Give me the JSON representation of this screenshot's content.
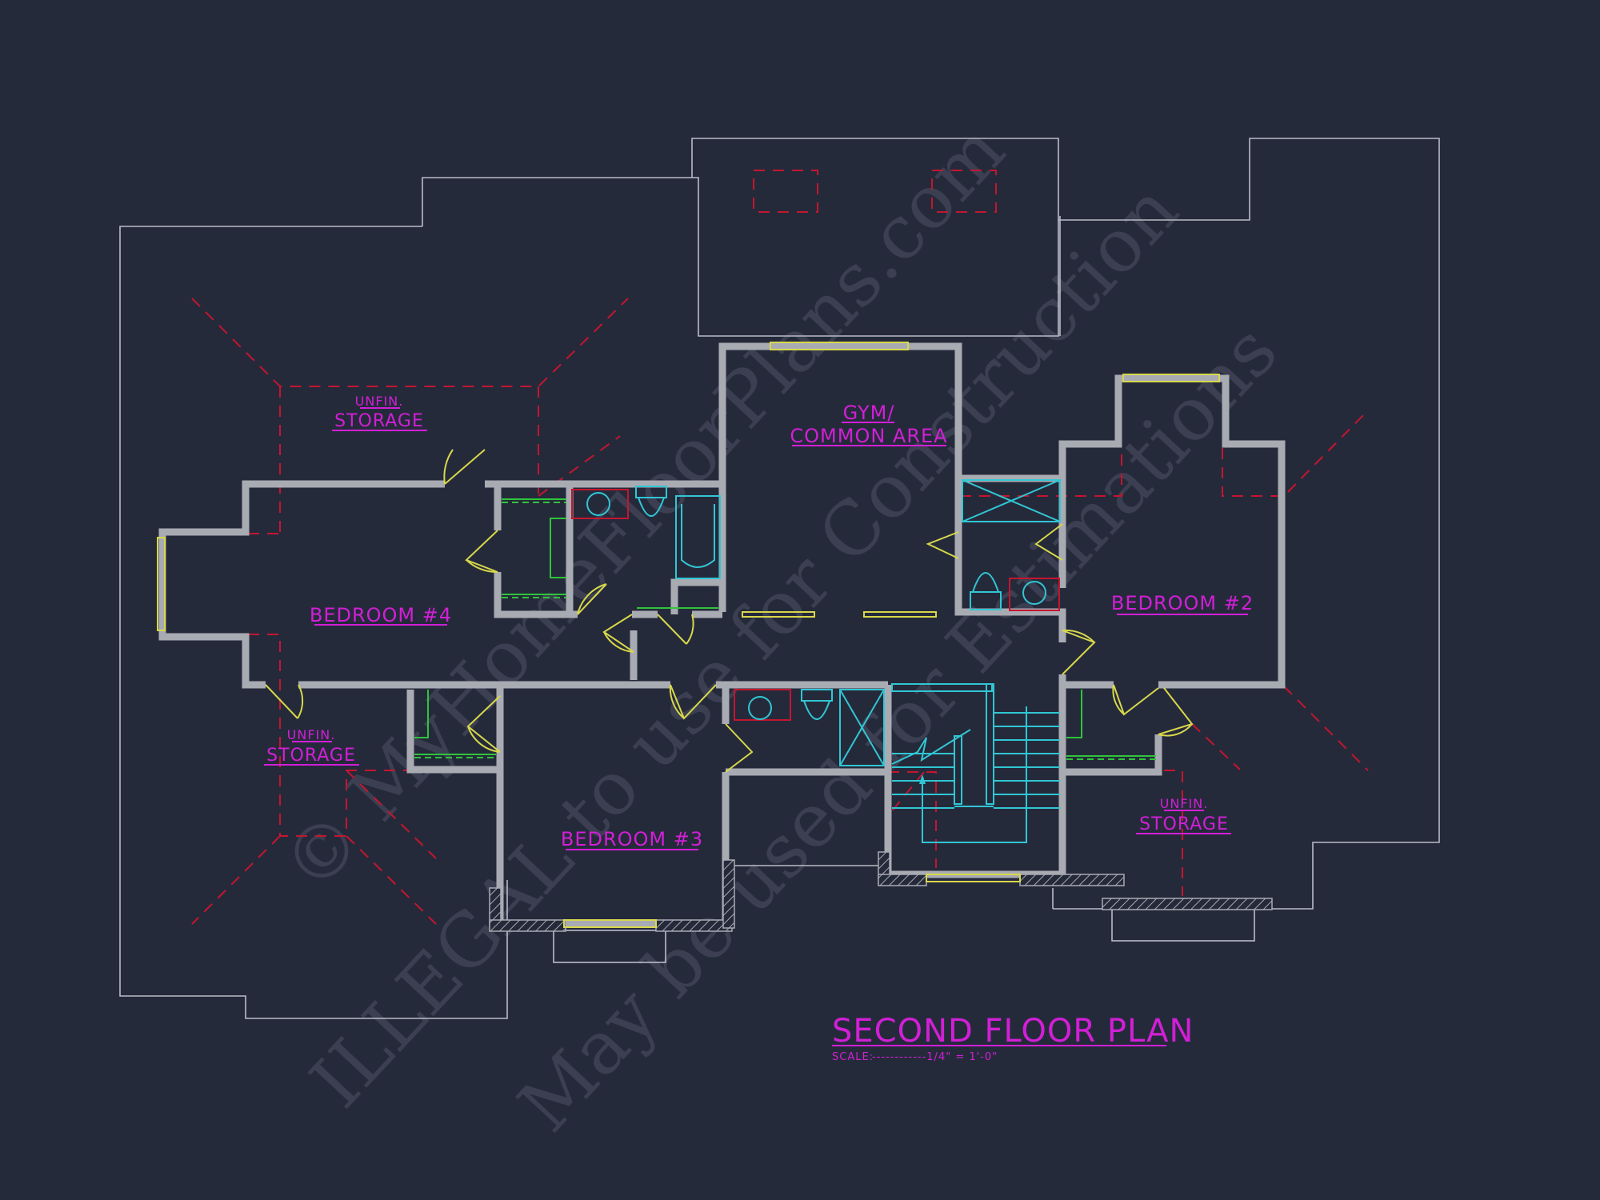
{
  "drawing": {
    "title": "SECOND FLOOR PLAN",
    "scale_label": "SCALE:",
    "scale_value": "------------1/4\" = 1'-0\""
  },
  "rooms": [
    {
      "id": "gym",
      "line1": "GYM/",
      "line2": "COMMON AREA"
    },
    {
      "id": "bedroom4",
      "line1": "BEDROOM #4"
    },
    {
      "id": "bedroom3",
      "line1": "BEDROOM #3"
    },
    {
      "id": "bedroom2",
      "line1": "BEDROOM #2"
    },
    {
      "id": "storage_nw",
      "line1": "UNFIN.",
      "line2": "STORAGE"
    },
    {
      "id": "storage_sw",
      "line1": "UNFIN.",
      "line2": "STORAGE"
    },
    {
      "id": "storage_se",
      "line1": "UNFIN.",
      "line2": "STORAGE"
    }
  ],
  "watermark": {
    "line1": "© MyHomeFloorPlans.com",
    "line2": "ILLEGAL to use for Construction",
    "line3": "May be used for Estimations"
  },
  "colors": {
    "background": "#252a3b",
    "label": "#d21fd6",
    "walls": "#a9abb3",
    "roof_outline": "#b9bcc8",
    "hidden_lines": "#c4162f",
    "doors_windows": "#d8d84a",
    "fixtures": "#31c6d4",
    "shelving": "#2fc43a"
  }
}
